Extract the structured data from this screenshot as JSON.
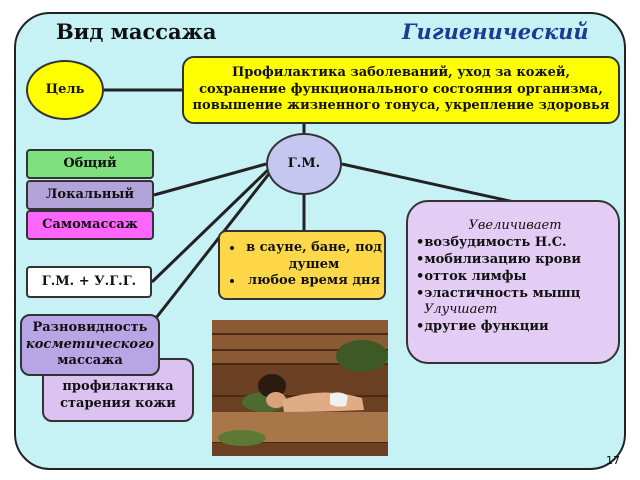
{
  "slide": {
    "title": "Вид массажа",
    "type": "Гигиенический",
    "page_number": "17"
  },
  "goal": {
    "label": "Цель",
    "text": "Профилактика заболеваний, уход за кожей, сохранение функционального состояния организма, повышение жизненного тонуса, укрепление здоровья"
  },
  "center": {
    "label": "Г.М."
  },
  "kinds": [
    "Общий",
    "Локальный",
    "Самомассаж"
  ],
  "combo": "Г.М. + У.Г.Г.",
  "cosmetic": {
    "line1": "Разновидность",
    "line2": "косметического",
    "line3": "массажа"
  },
  "aging": "профилактика старения кожи",
  "places": [
    "в сауне, бане, под душем",
    "любое время дня"
  ],
  "effects": {
    "increases_label": "Увеличивает",
    "increases": [
      "возбудимость Н.С.",
      "мобилизацию крови",
      "отток лимфы",
      "эластичность мышц"
    ],
    "improves_label": "Улучшает",
    "improves": [
      "другие функции"
    ]
  },
  "colors": {
    "background": "#c6f2f6",
    "goal": "#ffff00",
    "center": "#c5c7f0",
    "general": "#7ee07e",
    "local": "#b2a3d8",
    "self": "#ff66ff",
    "places": "#ffd84a",
    "effects": "#e4cdf4",
    "title_accent": "#1f3a93"
  }
}
